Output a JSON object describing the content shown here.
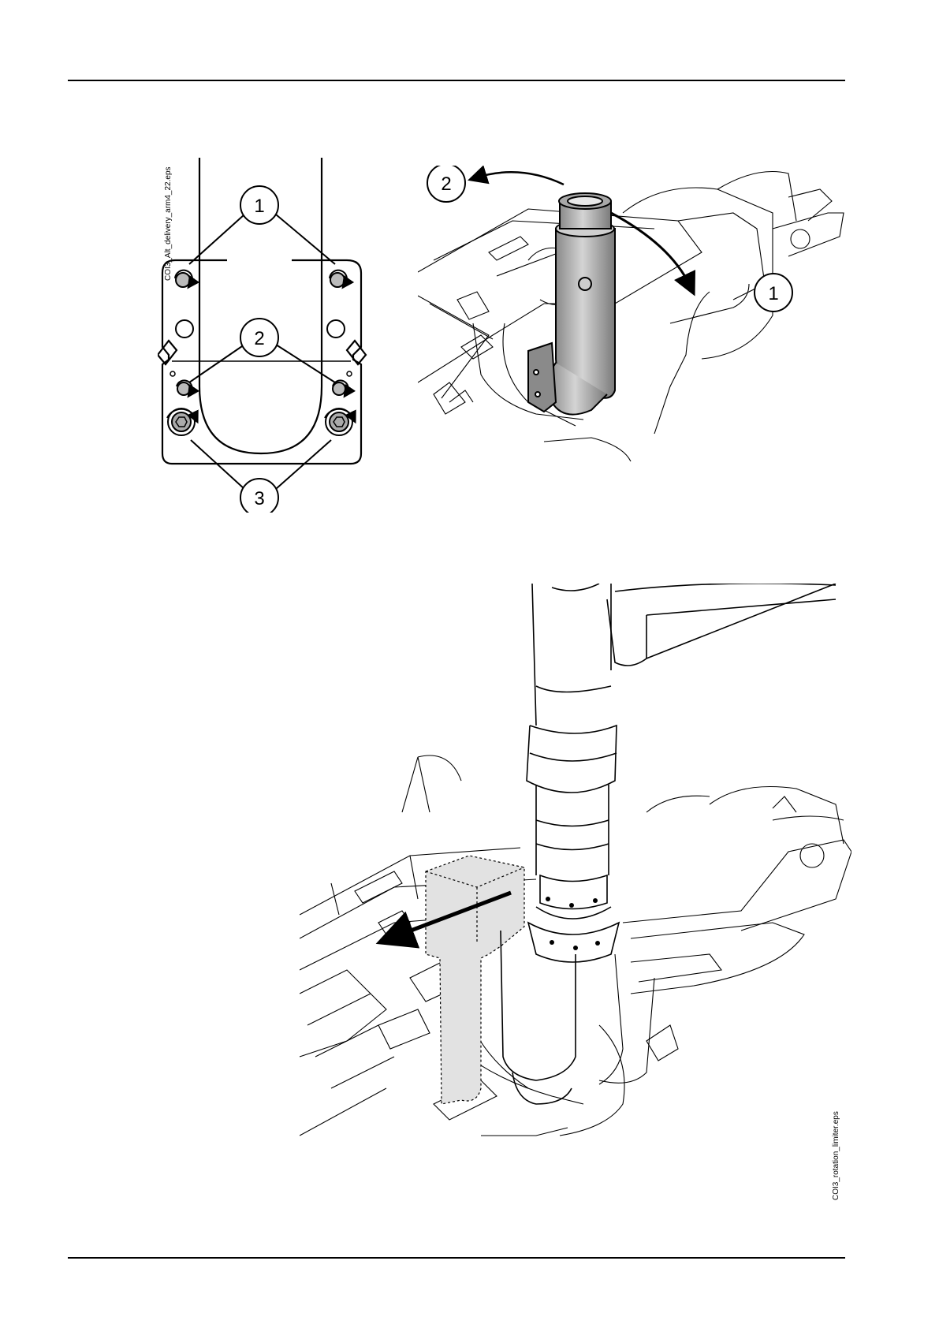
{
  "figures": {
    "left_bracket": {
      "filename": "COI3_Alt_delivery_arm4_22.eps",
      "callouts": [
        "1",
        "2",
        "3"
      ]
    },
    "arm_rotation": {
      "callouts": [
        "2",
        "1"
      ]
    },
    "rotation_limiter": {
      "filename": "COI3_rotation_limiter.eps"
    }
  }
}
